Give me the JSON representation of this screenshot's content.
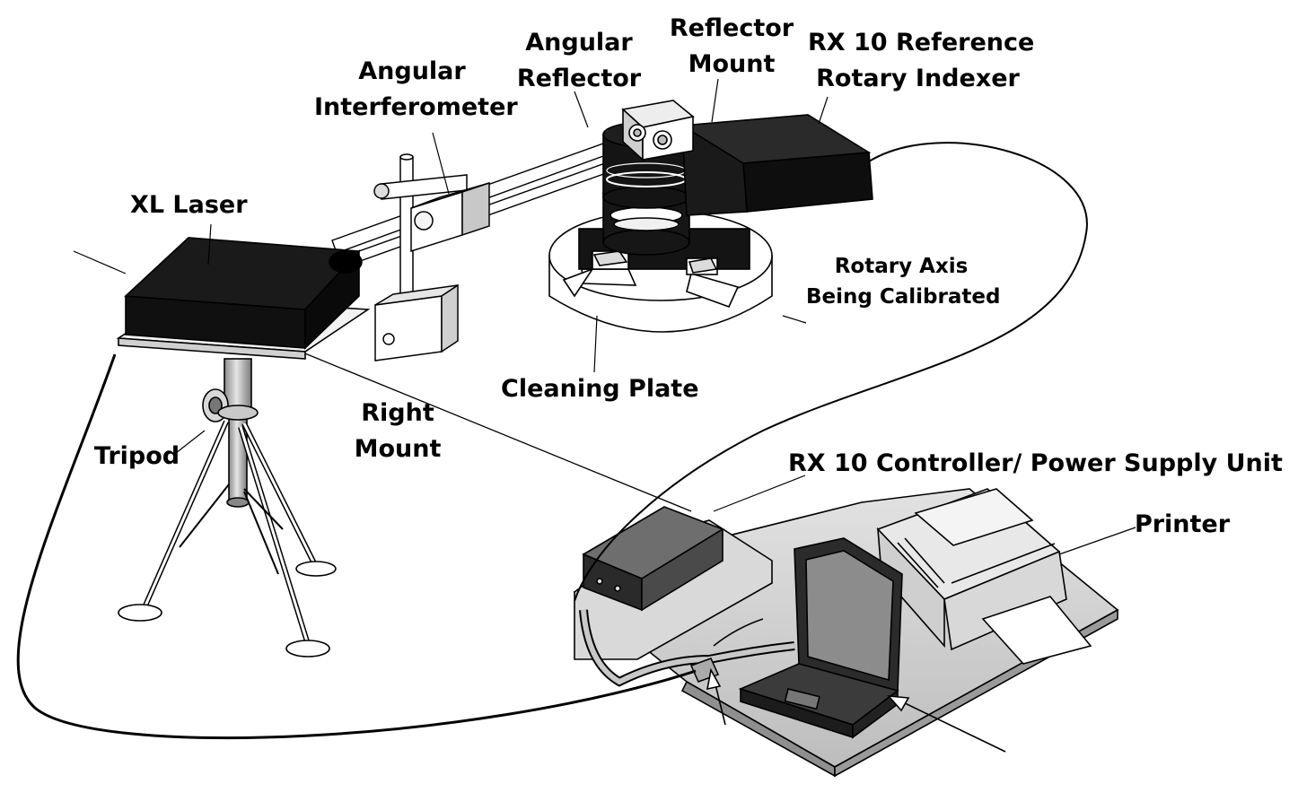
{
  "labels": {
    "angular_reflector": [
      "Angular",
      "Reflector"
    ],
    "reflector_mount": [
      "Reflector",
      "Mount"
    ],
    "rx10_indexer": [
      "RX 10 Reference",
      "Rotary Indexer"
    ],
    "angular_interferometer": [
      "Angular",
      "Interferometer"
    ],
    "xl_laser": "XL Laser",
    "rotary_axis": [
      "Rotary Axis",
      "Being Calibrated"
    ],
    "cleaning_plate": "Cleaning Plate",
    "right_mount": [
      "Right",
      "Mount"
    ],
    "tripod": "Tripod",
    "controller": "RX 10 Controller/ Power Supply Unit",
    "printer": "Printer"
  },
  "colors": {
    "ink": "#000000",
    "device_dark": "#111111",
    "metal_light": "#e8e8e8",
    "metal_mid": "#b5b5b5",
    "metal_dark": "#6d6d6d",
    "table": "#cfcfcf"
  }
}
